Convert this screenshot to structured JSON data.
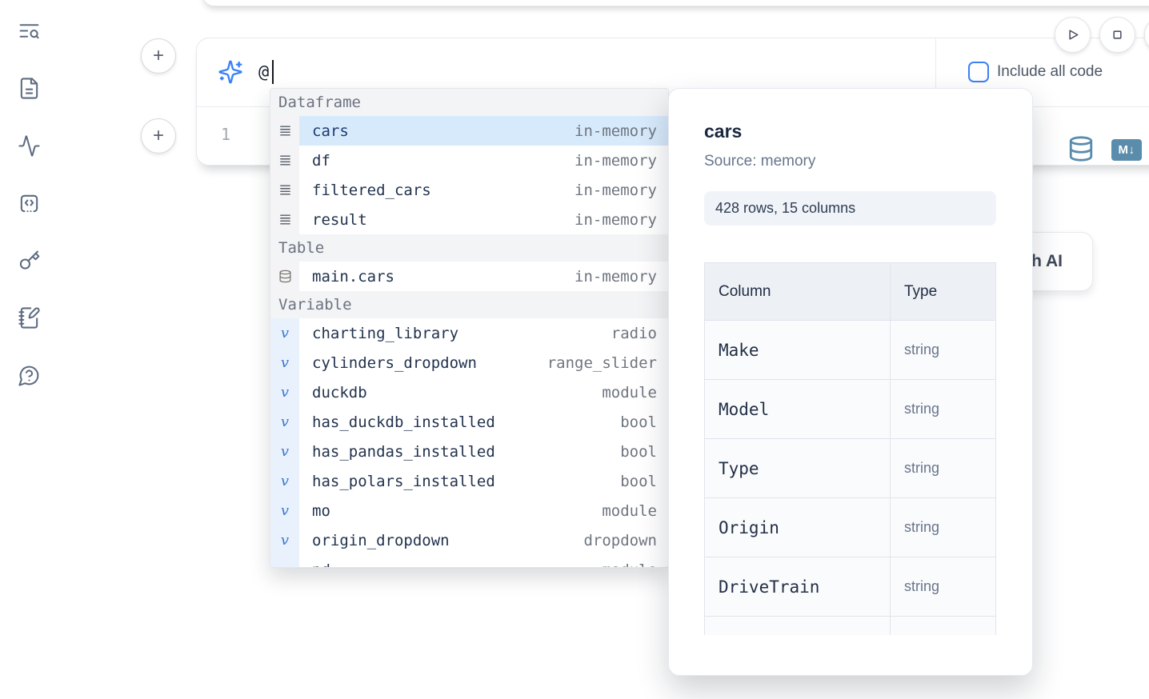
{
  "sidebar": {
    "items": [
      {
        "icon": "toc-search-icon"
      },
      {
        "icon": "file-document-icon"
      },
      {
        "icon": "activity-pulse-icon"
      },
      {
        "icon": "code-snippets-icon"
      },
      {
        "icon": "key-icon"
      },
      {
        "icon": "scratchpad-notebook-pen-icon"
      },
      {
        "icon": "help-chat-question-icon"
      }
    ]
  },
  "cell": {
    "add_button_label": "+",
    "ai_input": {
      "value": "@",
      "icon": "sparkles-ai-icon"
    },
    "include_all_code": {
      "label": "Include all code",
      "checked": false,
      "accent_color": "#3b82f6"
    },
    "line_number": "1",
    "output_icons": [
      {
        "icon": "database-icon"
      },
      {
        "icon": "markdown-badge-icon",
        "glyph": "M↓"
      }
    ]
  },
  "run_controls": {
    "buttons": [
      {
        "icon": "play-icon"
      },
      {
        "icon": "stop-icon"
      },
      {
        "icon": "partial-circle-button"
      }
    ]
  },
  "generate_ai_button": {
    "visible_label": "h AI"
  },
  "autocomplete": {
    "sections": [
      {
        "label": "Dataframe",
        "items": [
          {
            "name": "cars",
            "type": "in-memory",
            "icon": "dataframe-icon",
            "selected": true
          },
          {
            "name": "df",
            "type": "in-memory",
            "icon": "dataframe-icon"
          },
          {
            "name": "filtered_cars",
            "type": "in-memory",
            "icon": "dataframe-icon"
          },
          {
            "name": "result",
            "type": "in-memory",
            "icon": "dataframe-icon"
          }
        ]
      },
      {
        "label": "Table",
        "items": [
          {
            "name": "main.cars",
            "type": "in-memory",
            "icon": "database-icon"
          }
        ]
      },
      {
        "label": "Variable",
        "items": [
          {
            "name": "charting_library",
            "type": "radio",
            "icon": "variable-icon"
          },
          {
            "name": "cylinders_dropdown",
            "type": "range_slider",
            "icon": "variable-icon"
          },
          {
            "name": "duckdb",
            "type": "module",
            "icon": "variable-icon"
          },
          {
            "name": "has_duckdb_installed",
            "type": "bool",
            "icon": "variable-icon"
          },
          {
            "name": "has_pandas_installed",
            "type": "bool",
            "icon": "variable-icon"
          },
          {
            "name": "has_polars_installed",
            "type": "bool",
            "icon": "variable-icon"
          },
          {
            "name": "mo",
            "type": "module",
            "icon": "variable-icon"
          },
          {
            "name": "origin_dropdown",
            "type": "dropdown",
            "icon": "variable-icon"
          },
          {
            "name": "pd",
            "type": "module",
            "icon": "variable-icon"
          }
        ]
      }
    ]
  },
  "preview": {
    "title": "cars",
    "source": "Source: memory",
    "shape_badge": "428 rows, 15 columns",
    "table": {
      "headers": [
        "Column",
        "Type"
      ],
      "rows": [
        [
          "Make",
          "string"
        ],
        [
          "Model",
          "string"
        ],
        [
          "Type",
          "string"
        ],
        [
          "Origin",
          "string"
        ],
        [
          "DriveTrain",
          "string"
        ]
      ]
    }
  }
}
